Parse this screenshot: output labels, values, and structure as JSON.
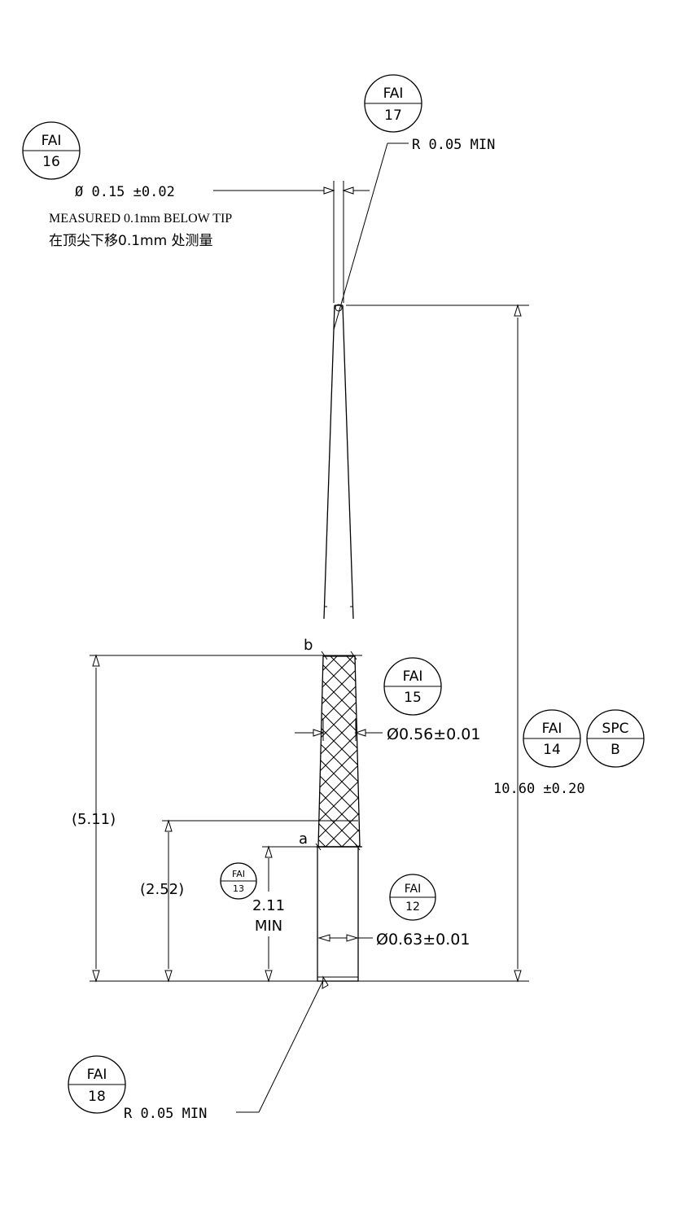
{
  "balloons": {
    "fai16": {
      "top": "FAI",
      "bottom": "16"
    },
    "fai17": {
      "top": "FAI",
      "bottom": "17"
    },
    "fai15": {
      "top": "FAI",
      "bottom": "15"
    },
    "fai14": {
      "top": "FAI",
      "bottom": "14"
    },
    "spc_b": {
      "top": "SPC",
      "bottom": "B"
    },
    "fai13": {
      "top": "FAI",
      "bottom": "13"
    },
    "fai12": {
      "top": "FAI",
      "bottom": "12"
    },
    "fai18": {
      "top": "FAI",
      "bottom": "18"
    }
  },
  "callouts": {
    "tip_radius": "R 0.05 MIN",
    "tip_diameter": "Ø 0.15 ±0.02",
    "tip_note_en": "MEASURED 0.1mm BELOW TIP",
    "tip_note_cn": "在顶尖下移0.1mm 处测量",
    "taper_diameter": "Ø0.56±0.01",
    "overall_length": "10.60 ±0.20",
    "ref_length_b": "(5.11)",
    "ref_length_a": "(2.52)",
    "shank_length_line1": "2.11",
    "shank_length_line2": "MIN",
    "shank_diameter": "Ø0.63±0.01",
    "base_radius": "R 0.05 MIN",
    "point_b": "b",
    "point_a": "a"
  }
}
